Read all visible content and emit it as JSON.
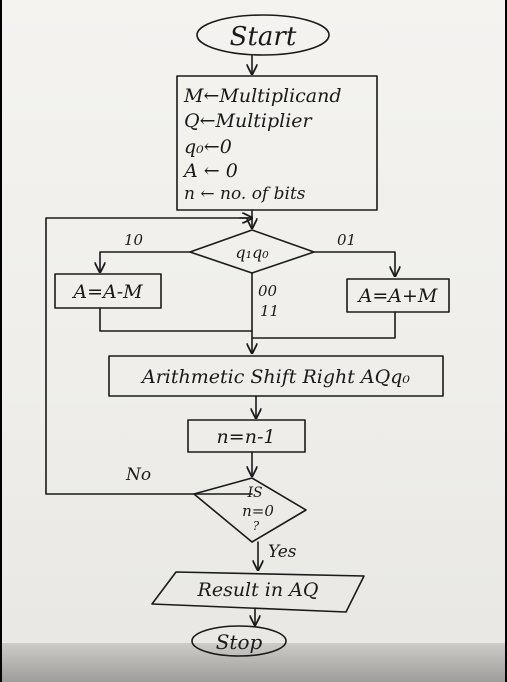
{
  "flowchart": {
    "start": "Start",
    "init": {
      "line1": "M←Multiplicand",
      "line2": "Q←Multiplier",
      "line3": "q₀←0",
      "line4": "A ← 0",
      "line5": "n ← no. of bits"
    },
    "decision1": "q₁q₀",
    "branch_left_label": "10",
    "branch_right_label": "01",
    "branch_mid_label_1": "00",
    "branch_mid_label_2": "11",
    "left_process": "A=A-M",
    "right_process": "A=A+M",
    "shift": "Arithmetic Shift Right AQq₀",
    "decrement": "n=n-1",
    "decision2_line1": "IS",
    "decision2_line2": "n=0",
    "decision2_line3": "?",
    "no_label": "No",
    "yes_label": "Yes",
    "result": "Result in AQ",
    "stop": "Stop"
  },
  "colors": {
    "ink": "#1a1a1a",
    "paper": "#f1f0ec",
    "frame": "#000000"
  }
}
